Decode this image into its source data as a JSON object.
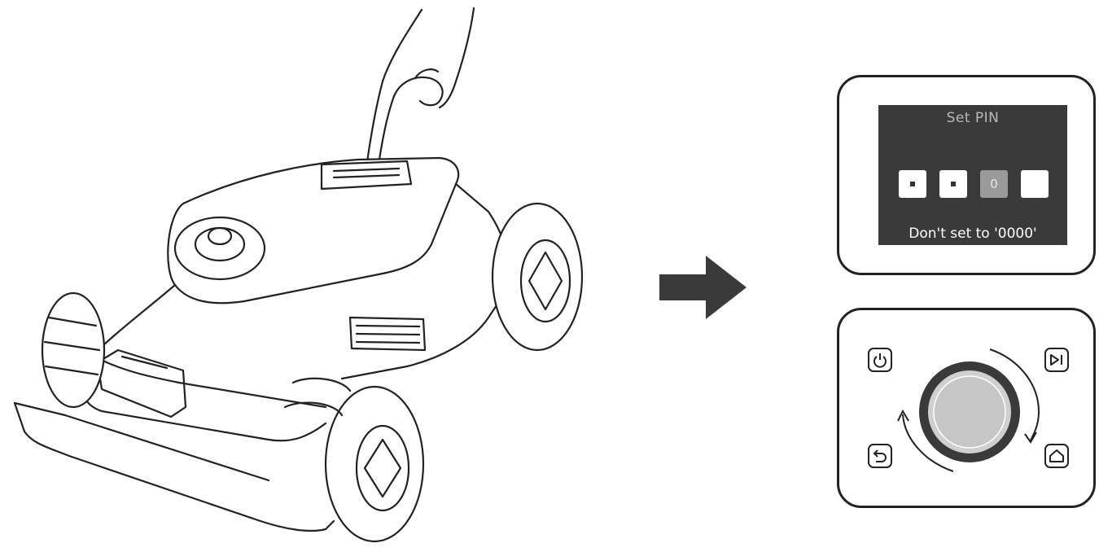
{
  "illustration": {
    "subject": "robotic-lawn-mower",
    "action": "press-keypad"
  },
  "arrow": {
    "color": "#3a3a3a",
    "direction": "right"
  },
  "screen": {
    "title": "Set PIN",
    "pin_slots": [
      {
        "state": "entered",
        "content": ""
      },
      {
        "state": "entered",
        "content": ""
      },
      {
        "state": "active",
        "content": "0"
      },
      {
        "state": "empty",
        "content": ""
      }
    ],
    "warning": "Don't set to '0000'"
  },
  "keypad": {
    "keys": [
      "power-icon",
      "play-pause-icon",
      "back-icon",
      "home-icon"
    ],
    "knob": "rotary-knob",
    "rotation": "clockwise"
  },
  "colors": {
    "lcd_bg": "#3a3a3a",
    "active_slot": "#9a9a9a",
    "outline": "#222222"
  }
}
